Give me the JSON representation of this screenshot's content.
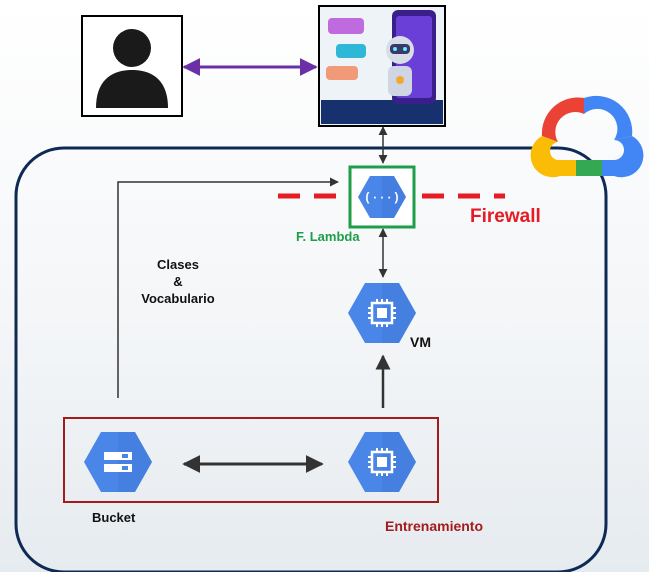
{
  "labels": {
    "lambda": "F. Lambda",
    "vm": "VM",
    "firewall": "Firewall",
    "clases_line1": "Clases",
    "clases_line2": "&",
    "clases_line3": "Vocabulario",
    "bucket": "Bucket",
    "training": "Entrenamiento"
  },
  "icons": {
    "user": "user-silhouette-icon",
    "chatbot": "chatbot-robot-icon",
    "cloud": "google-cloud-logo",
    "lambda": "cloud-functions-icon",
    "vm": "compute-engine-chip-icon",
    "bucket": "cloud-storage-icon",
    "training": "compute-engine-chip-icon"
  },
  "colors": {
    "region_border": "#0d2a55",
    "hexagon": "#4a86e8",
    "hexagon_dark": "#3367d6",
    "lambda_box": "#1e9e48",
    "lambda_label": "#1e9e48",
    "firewall": "#e51c23",
    "training_box": "#a31b1b",
    "training_label": "#a31b1b",
    "user_arrow": "#6b2fa6",
    "arrow": "#333333"
  }
}
